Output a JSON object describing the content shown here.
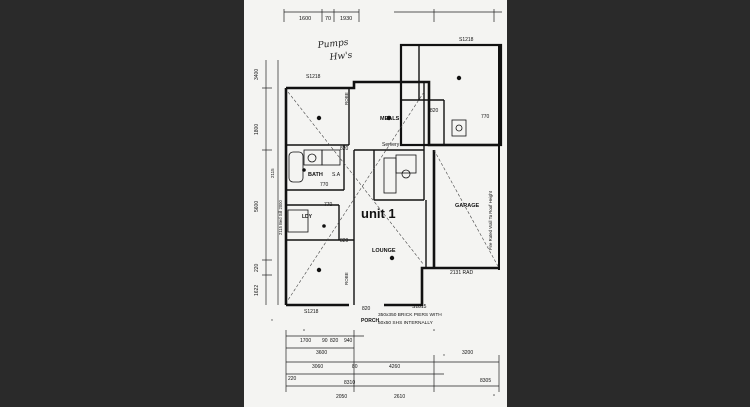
{
  "document": {
    "handwritten_note_line1": "Pumps",
    "handwritten_note_line2": "Hw's",
    "unit_title": "unit 1",
    "rooms": {
      "meals": "MEALS",
      "servery": "Servery",
      "bath": "BATH",
      "s_a": "S.A",
      "ldy": "LDY",
      "lounge": "LOUNGE",
      "garage": "GARAGE",
      "porch": "PORCH"
    },
    "dims_top": [
      "1600",
      "70",
      "1930"
    ],
    "dims_left": [
      "3400",
      "1800",
      "2115",
      "5600",
      "220",
      "1622"
    ],
    "dims_bottom_1": [
      "1700",
      "90",
      "820",
      "940"
    ],
    "dims_bottom_2": [
      "3600"
    ],
    "dims_bottom_3": [
      "3060",
      "80",
      "4260",
      "3200"
    ],
    "dims_bottom_4": [
      "220",
      "8310"
    ],
    "dims_bottom_5": [
      "2050",
      "2610",
      "8305"
    ],
    "door_codes": [
      "S1218",
      "S1815",
      "820",
      "820",
      "820",
      "770",
      "770",
      "820",
      "770",
      "S1218",
      "S1815"
    ],
    "porch_note_1": "350x350 BRICK PIERS WITH",
    "porch_note_2": "50x50 SHS INTERNALLY",
    "side_note": "Fire Rated Wall To Roof Height",
    "side_code": "2131 RAD",
    "left_code": "2115 Bed Sill 2000",
    "robe": "ROBE",
    "right_top_note": "S1218"
  }
}
